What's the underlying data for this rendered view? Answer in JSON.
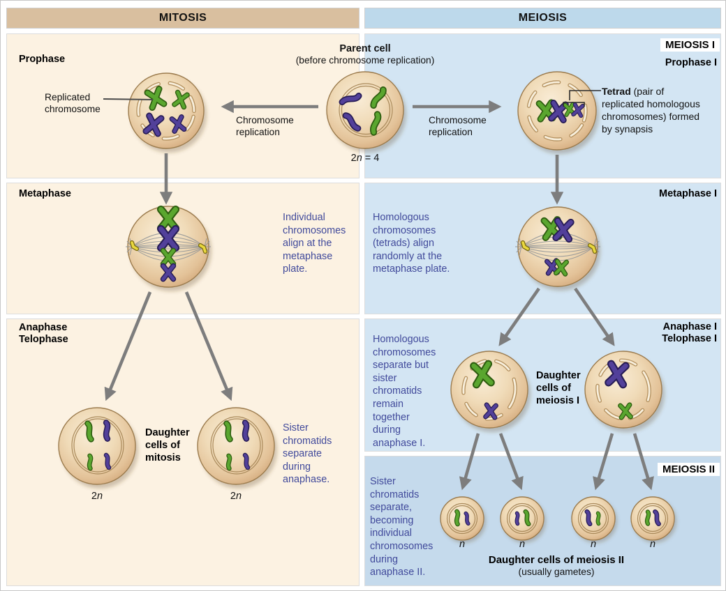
{
  "columns": {
    "mitosis_header": "MITOSIS",
    "meiosis_header": "MEIOSIS"
  },
  "center": {
    "parent_cell_title": "Parent cell",
    "parent_cell_subtitle": "(before chromosome replication)",
    "ploidy": {
      "num": "2",
      "n": "n",
      "eq": " = 4"
    },
    "replication_left": "Chromosome\nreplication",
    "replication_right": "Chromosome\nreplication"
  },
  "mitosis": {
    "prophase_label": "Prophase",
    "replicated_chromosome_label": "Replicated\nchromosome",
    "metaphase_label": "Metaphase",
    "metaphase_note": "Individual\nchromosomes\nalign at the\nmetaphase\nplate.",
    "anaphase_label": "Anaphase\nTelophase",
    "anaphase_note": "Sister\nchromatids\nseparate\nduring\nanaphase.",
    "daughter_label": "Daughter\ncells of\nmitosis",
    "ploidy_left": {
      "num": "2",
      "n": "n"
    },
    "ploidy_right": {
      "num": "2",
      "n": "n"
    }
  },
  "meiosis": {
    "meiosis1_badge": "MEIOSIS I",
    "prophase1_label": "Prophase I",
    "tetrad_bold": "Tetrad",
    "tetrad_line1": " (pair of",
    "tetrad_rest": "replicated homologous\nchromosomes) formed\nby synapsis",
    "metaphase1_label": "Metaphase I",
    "metaphase1_note": "Homologous\nchromosomes\n(tetrads) align\nrandomly at the\nmetaphase plate.",
    "anaphase1_label": "Anaphase I\nTelophase I",
    "anaphase1_note": "Homologous\nchromosomes\nseparate but\nsister\nchromatids\nremain\ntogether\nduring\nanaphase I.",
    "daughter1_label": "Daughter\ncells of\nmeiosis I",
    "meiosis2_badge": "MEIOSIS II",
    "meiosis2_note": "Sister\nchromatids\nseparate,\nbecoming\nindividual\nchromosomes\nduring\nanaphase II.",
    "daughter2_label": "Daughter cells of meiosis II",
    "daughter2_sub": "(usually gametes)",
    "gamete_ploidies": [
      {
        "n": "n"
      },
      {
        "n": "n"
      },
      {
        "n": "n"
      },
      {
        "n": "n"
      }
    ]
  },
  "colors": {
    "cream_bg": "#fcf2e2",
    "tan_header": "#d9bf9f",
    "blue_header": "#bdd9eb",
    "blue_bg": "#d3e5f3",
    "blue_bg_dark": "#c5daec",
    "note_text": "#414a9b",
    "arrow_gray": "#7d7d7d",
    "chr_green": "#5aa62f",
    "chr_green_dark": "#2e5d10",
    "chr_purple": "#52409a",
    "chr_purple_dark": "#271c56",
    "centrosome_yellow": "#e9d83f",
    "cell_border": "#9b7b4d"
  }
}
